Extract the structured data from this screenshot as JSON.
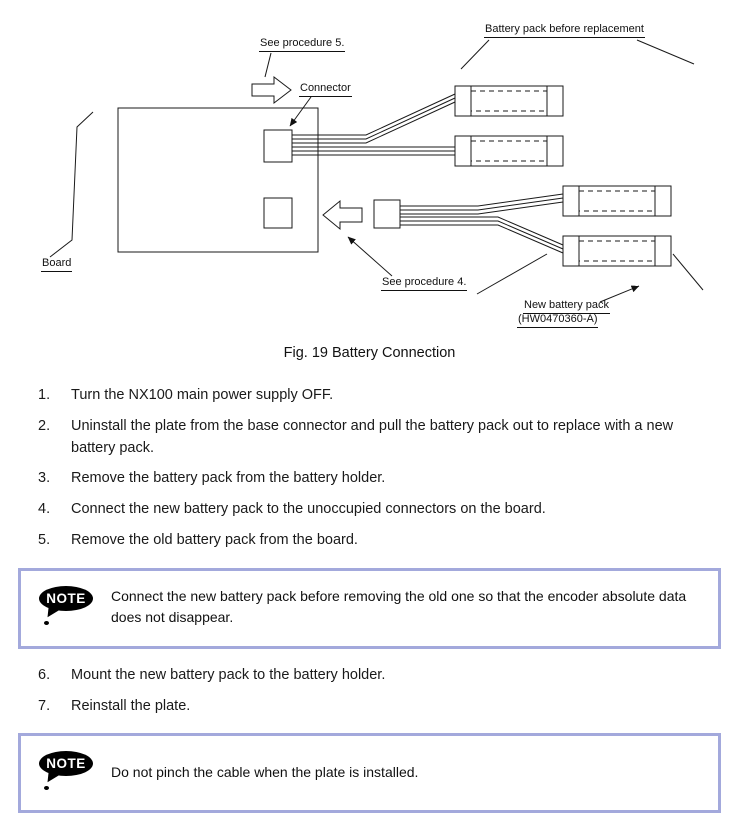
{
  "figure": {
    "caption": "Fig. 19  Battery Connection",
    "labels": {
      "see_procedure_5": "See procedure 5.",
      "battery_pack_before_replacement": "Battery pack before replacement",
      "connector": "Connector",
      "board": "Board",
      "see_procedure_4": "See procedure 4.",
      "new_battery_pack": "New battery pack",
      "part_number": "(HW0470360-A)"
    }
  },
  "steps": [
    {
      "num": "1.",
      "text": "Turn the NX100 main power supply OFF."
    },
    {
      "num": "2.",
      "text": "Uninstall the plate from the base connector and pull the battery pack out to replace with a new battery pack."
    },
    {
      "num": "3.",
      "text": "Remove the battery pack from the battery holder."
    },
    {
      "num": "4.",
      "text": "Connect the new battery pack to the unoccupied connectors on the board."
    },
    {
      "num": "5.",
      "text": "Remove the old battery pack from the board."
    },
    {
      "num": "6.",
      "text": "Mount the new battery pack to the battery holder."
    },
    {
      "num": "7.",
      "text": "Reinstall the plate."
    }
  ],
  "notes": [
    {
      "label": "NOTE",
      "text": "Connect the new battery pack before removing the old one so that the encoder absolute data does not disappear."
    },
    {
      "label": "NOTE",
      "text": "Do not pinch the cable when the plate is installed."
    }
  ],
  "colors": {
    "note_border": "#a3a9dc",
    "line": "#1a1a1a"
  }
}
